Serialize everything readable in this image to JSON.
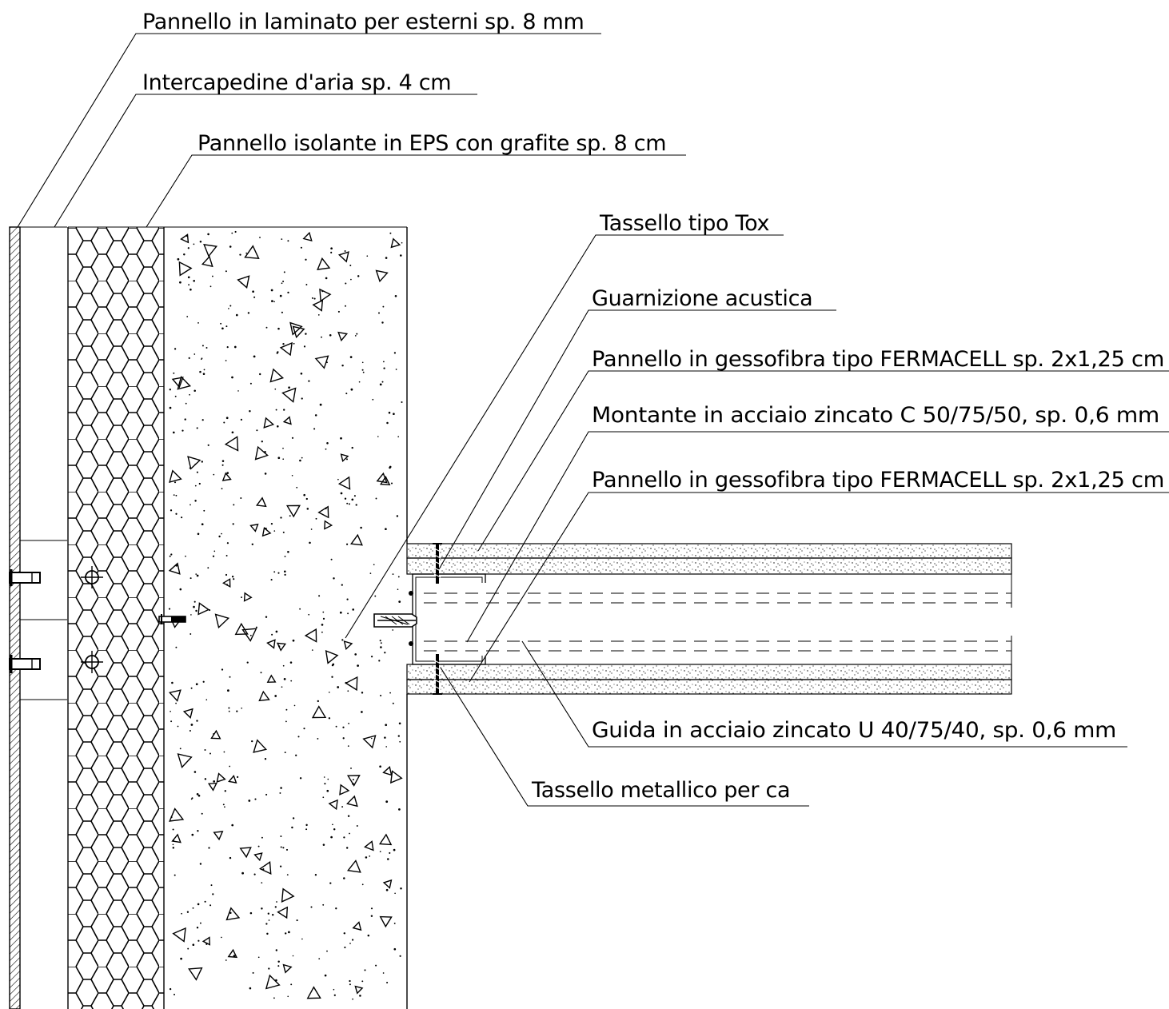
{
  "labels": {
    "laminate_panel": "Pannello in laminato per esterni sp. 8 mm",
    "air_gap": "Intercapedine d'aria sp. 4 cm",
    "eps_panel": "Pannello isolante in EPS con grafite sp. 8 cm",
    "tox_anchor": "Tassello tipo Tox",
    "acoustic_gasket": "Guarnizione acustica",
    "gypsum_panel_upper": "Pannello in gessofibra tipo FERMACELL sp. 2x1,25 cm",
    "steel_stud": "Montante in acciaio zincato C 50/75/50, sp. 0,6 mm",
    "gypsum_panel_lower": "Pannello in gessofibra tipo FERMACELL sp. 2x1,25 cm",
    "steel_track": "Guida in acciaio zincato U 40/75/40, sp. 0,6 mm",
    "metal_anchor": "Tassello metallico per ca"
  },
  "colors": {
    "line": "#000000",
    "background": "#ffffff"
  }
}
